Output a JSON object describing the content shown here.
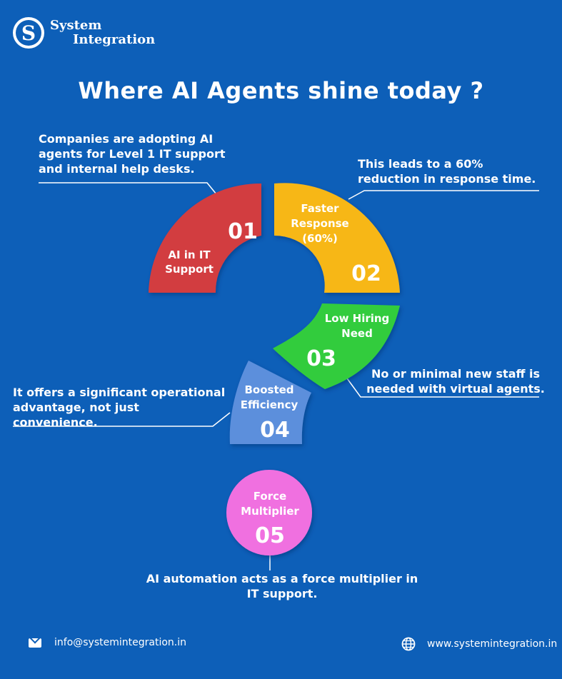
{
  "brand": {
    "logo_letter": "S",
    "name_line1": "System",
    "name_line2": "Integration"
  },
  "title": "Where AI Agents shine today ?",
  "segments": [
    {
      "number": "01",
      "label_line1": "AI in IT",
      "label_line2": "Support",
      "color": "#d23c3f"
    },
    {
      "number": "02",
      "label_line1": "Faster",
      "label_line2": "Response",
      "label_line3": "(60%)",
      "color": "#f7b719"
    },
    {
      "number": "03",
      "label_line1": "Low Hiring",
      "label_line2": "Need",
      "color": "#33cc3c"
    },
    {
      "number": "04",
      "label_line1": "Boosted",
      "label_line2": "Efficiency",
      "color": "#5b8fdc"
    },
    {
      "number": "05",
      "label_line1": "Force",
      "label_line2": "Multiplier",
      "color": "#f06fe0"
    }
  ],
  "notes": {
    "n1": "Companies are adopting AI agents for Level 1 IT support and internal help desks.",
    "n2": "This leads to a 60% reduction in response time.",
    "n3": "No or minimal new staff is needed with virtual agents.",
    "n4": "It offers a significant operational advantage, not just convenience.",
    "n5": "AI automation acts as a force multiplier in IT support."
  },
  "footer": {
    "email": "info@systemintegration.in",
    "website": "www.systemintegration.in",
    "email_icon": "mail-icon",
    "web_icon": "globe-icon"
  }
}
